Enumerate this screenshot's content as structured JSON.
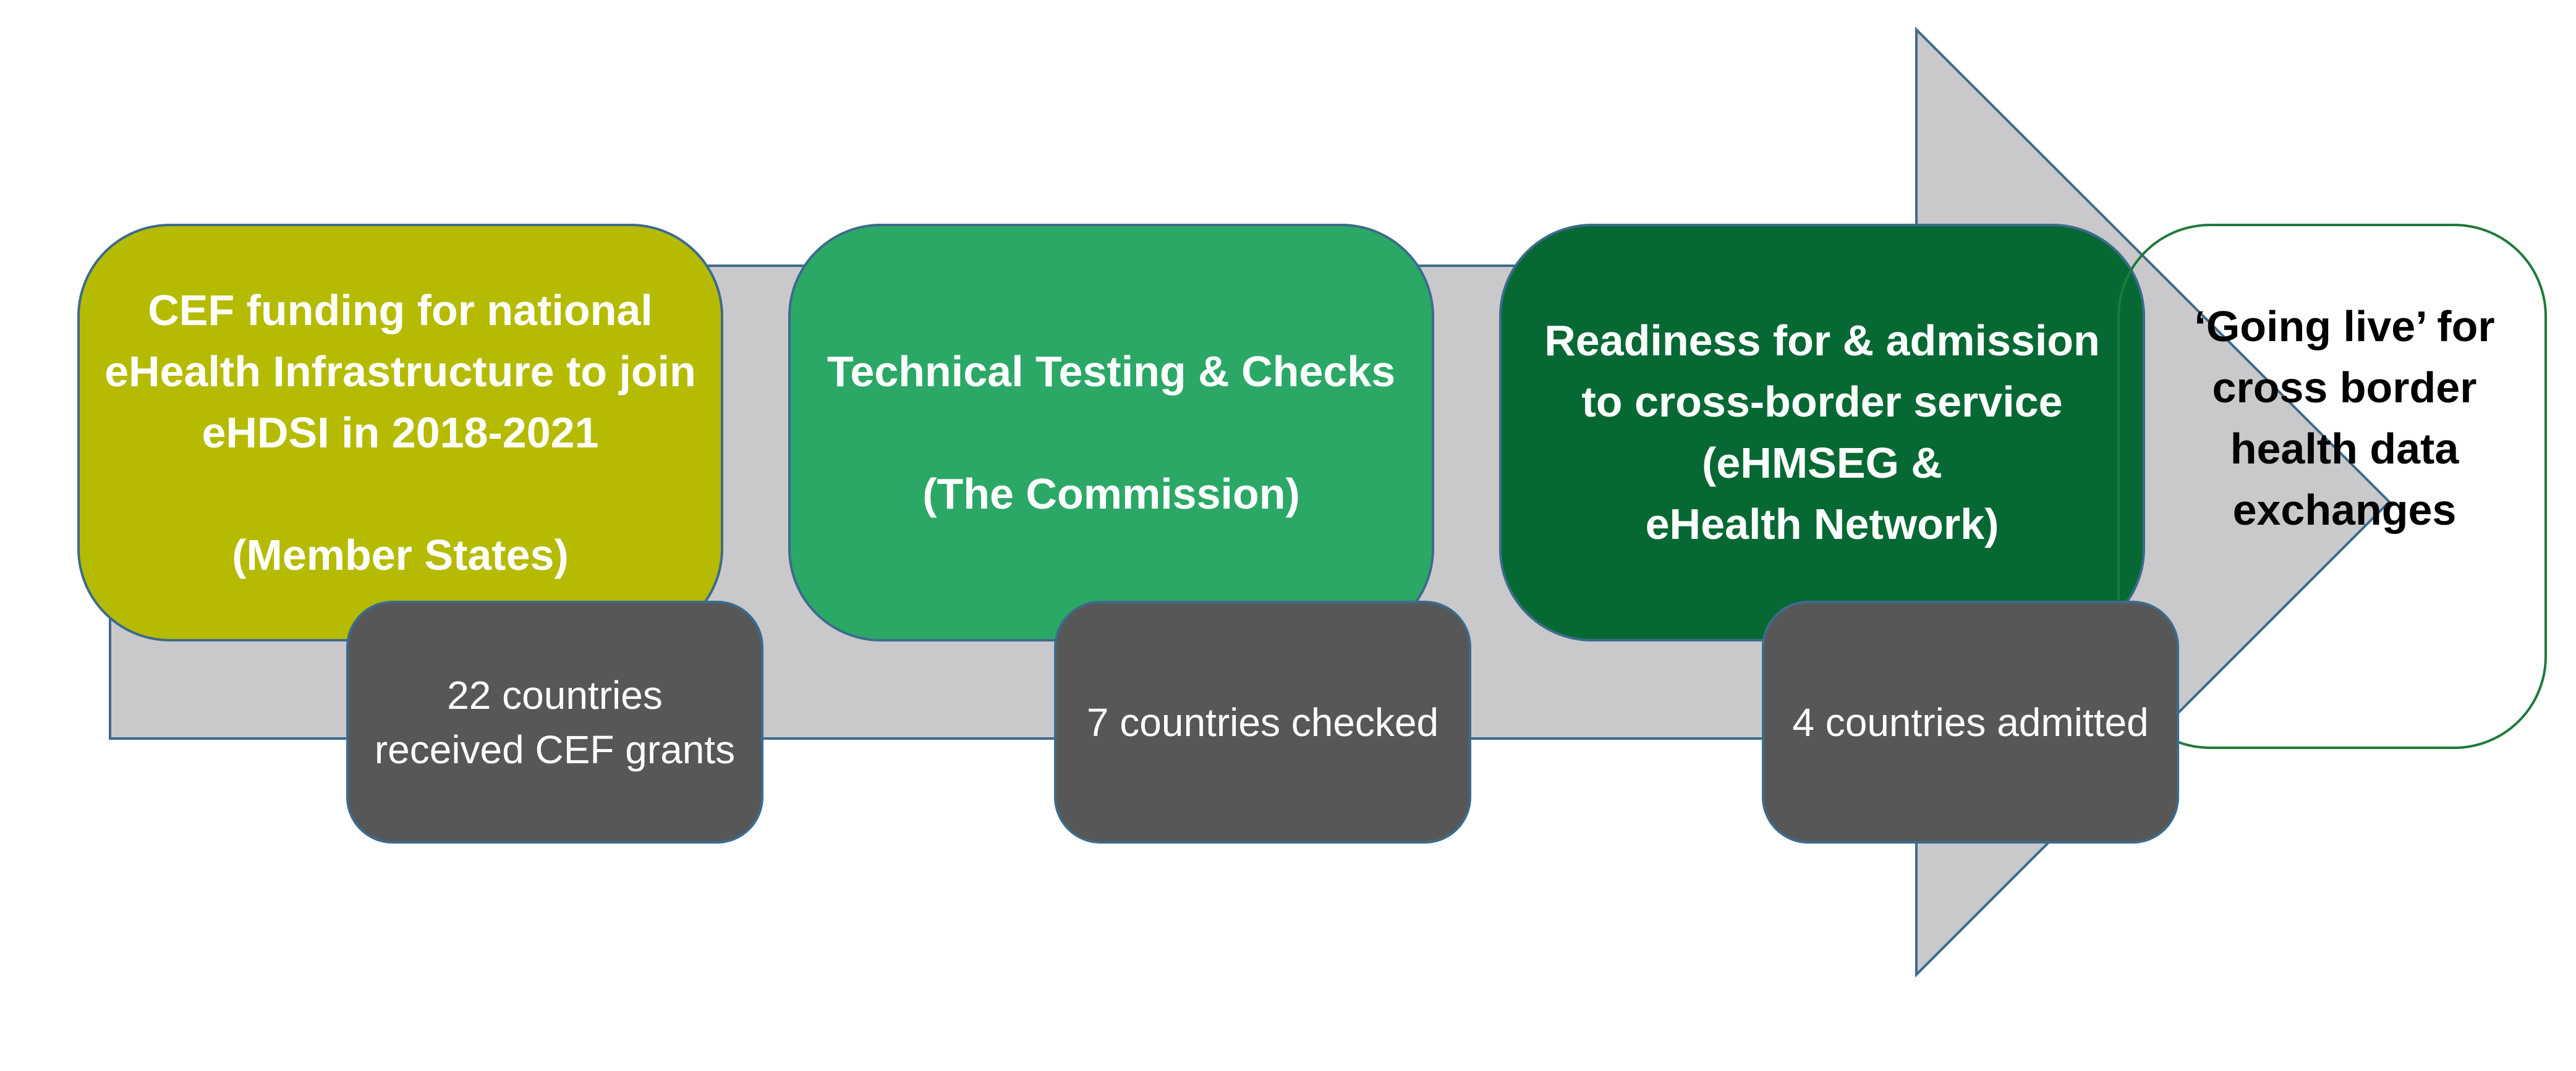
{
  "colors": {
    "arrow_fill": "#c9c9cc",
    "arrow_stroke": "#3d6b8c",
    "stage_funding": "#b5bb00",
    "stage_testing": "#2ba866",
    "stage_readiness": "#066934",
    "counter_fill": "#575757",
    "goal_border": "#1f7a3a"
  },
  "stages": {
    "funding": "CEF funding for national eHealth Infrastructure to join eHDSI in 2018-2021\n\n(Member States)",
    "testing": "Technical Testing & Checks\n\n(The Commission)",
    "readiness": "Readiness for & admission to cross-border service\n(eHMSEG &\neHealth Network)"
  },
  "counters": {
    "funding": "22 countries received CEF grants",
    "testing": "7 countries checked",
    "readiness": "4 countries admitted"
  },
  "goal": "‘Going live’ for cross border health data exchanges"
}
